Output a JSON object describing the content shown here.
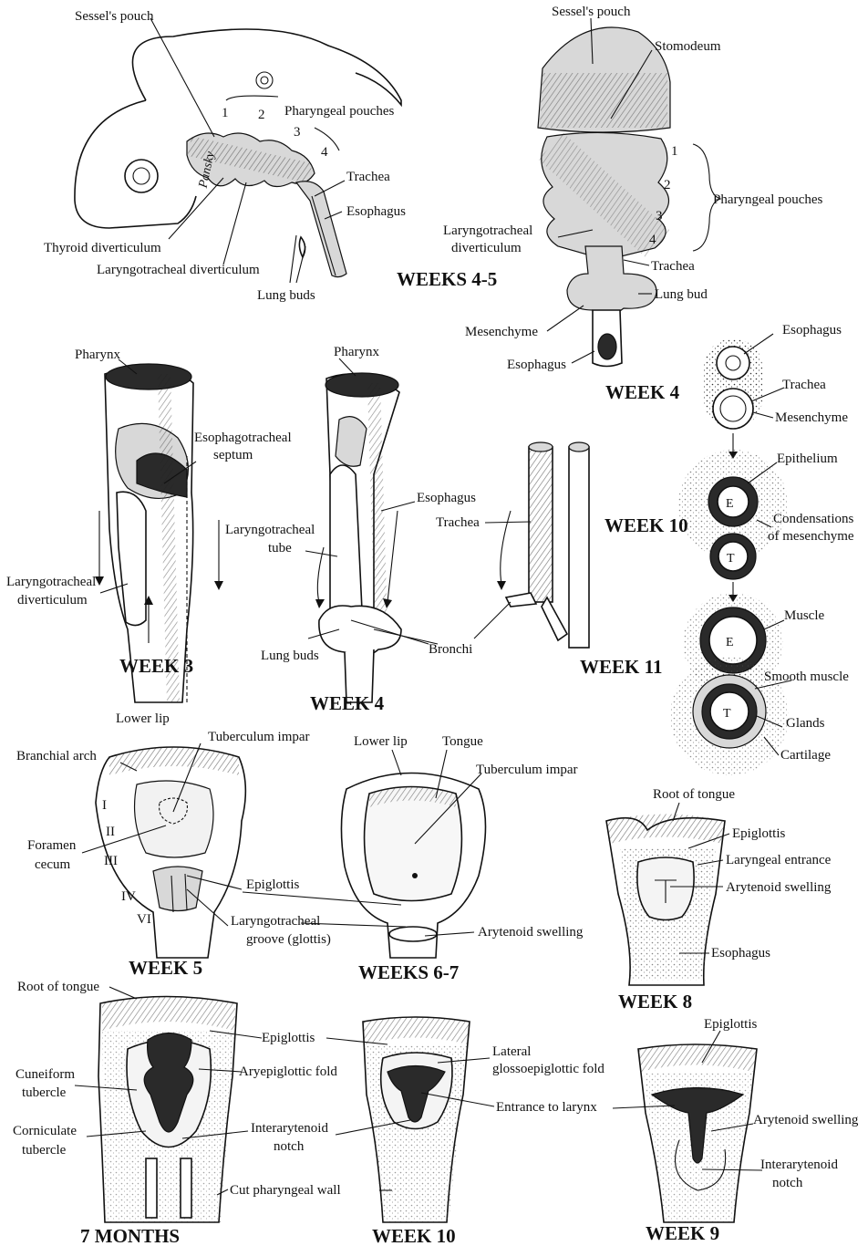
{
  "signature": "Pansky",
  "panels": {
    "weeks_4_5_lateral": {
      "sessels_pouch": "Sessel's pouch",
      "pharyngeal_pouches": "Pharyngeal pouches",
      "n1": "1",
      "n2": "2",
      "n3": "3",
      "n4": "4",
      "trachea": "Trachea",
      "esophagus": "Esophagus",
      "thyroid_diverticulum": "Thyroid diverticulum",
      "laryngotracheal_diverticulum": "Laryngotracheal diverticulum",
      "lung_buds": "Lung buds",
      "title": "WEEKS 4-5"
    },
    "week_4_ventral": {
      "sessels_pouch": "Sessel's pouch",
      "stomodeum": "Stomodeum",
      "n1": "1",
      "n2": "2",
      "n3": "3",
      "n4": "4",
      "pharyngeal_pouches": "Pharyngeal pouches",
      "laryngotracheal_l1": "Laryngotracheal",
      "laryngotracheal_l2": "diverticulum",
      "trachea": "Trachea",
      "lung_bud": "Lung bud",
      "mesenchyme": "Mesenchyme",
      "esophagus": "Esophagus"
    },
    "cross_sections": {
      "esophagus": "Esophagus",
      "title_week4": "WEEK 4",
      "trachea": "Trachea",
      "mesenchyme": "Mesenchyme",
      "epithelium": "Epithelium",
      "letter_e": "E",
      "letter_t": "T",
      "title_week10": "WEEK 10",
      "condensations_l1": "Condensations",
      "condensations_l2": "of mesenchyme",
      "muscle": "Muscle",
      "smooth_muscle": "Smooth muscle",
      "glands": "Glands",
      "cartilage": "Cartilage"
    },
    "week_3": {
      "pharynx": "Pharynx",
      "esophagotracheal_l1": "Esophagotracheal",
      "esophagotracheal_l2": "septum",
      "laryngotracheal_l1": "Laryngotracheal",
      "laryngotracheal_l2": "diverticulum",
      "title": "WEEK 3"
    },
    "week_4_longitudinal": {
      "pharynx": "Pharynx",
      "esophagus": "Esophagus",
      "laryngotracheal_tube_l1": "Laryngotracheal",
      "laryngotracheal_tube_l2": "tube",
      "lung_buds": "Lung buds",
      "bronchi": "Bronchi",
      "title": "WEEK 4"
    },
    "week_11": {
      "trachea": "Trachea",
      "title": "WEEK 11"
    },
    "week_5": {
      "lower_lip": "Lower lip",
      "tuberculum_impar": "Tuberculum impar",
      "branchial_arch": "Branchial arch",
      "arch_i": "I",
      "arch_ii": "II",
      "arch_iii": "III",
      "arch_iv": "IV",
      "arch_vi": "VI",
      "foramen_l1": "Foramen",
      "foramen_l2": "cecum",
      "epiglottis": "Epiglottis",
      "groove_l1": "Laryngotracheal",
      "groove_l2": "groove (glottis)",
      "title": "WEEK 5"
    },
    "weeks_6_7": {
      "lower_lip": "Lower lip",
      "tongue": "Tongue",
      "tuberculum_impar": "Tuberculum impar",
      "arytenoid_swelling": "Arytenoid swelling",
      "title": "WEEKS 6-7"
    },
    "week_8": {
      "root_of_tongue": "Root of tongue",
      "epiglottis": "Epiglottis",
      "laryngeal_entrance": "Laryngeal entrance",
      "arytenoid_swelling": "Arytenoid swelling",
      "esophagus": "Esophagus",
      "title": "WEEK 8"
    },
    "months_7": {
      "root_of_tongue": "Root of tongue",
      "cuneiform_l1": "Cuneiform",
      "cuneiform_l2": "tubercle",
      "corniculate_l1": "Corniculate",
      "corniculate_l2": "tubercle",
      "aryepiglottic_fold": "Aryepiglottic fold",
      "interarytenoid_l1": "Interarytenoid",
      "interarytenoid_l2": "notch",
      "cut_pharyngeal_wall": "Cut pharyngeal wall",
      "title": "7 MONTHS"
    },
    "week_10_larynx": {
      "epiglottis": "Epiglottis",
      "lateral_l1": "Lateral",
      "lateral_l2": "glossoepiglottic fold",
      "entrance_to_larynx": "Entrance to larynx",
      "title": "WEEK 10"
    },
    "week_9": {
      "epiglottis": "Epiglottis",
      "arytenoid_swelling": "Arytenoid swelling",
      "interarytenoid_l1": "Interarytenoid",
      "interarytenoid_l2": "notch",
      "title": "WEEK 9"
    }
  }
}
